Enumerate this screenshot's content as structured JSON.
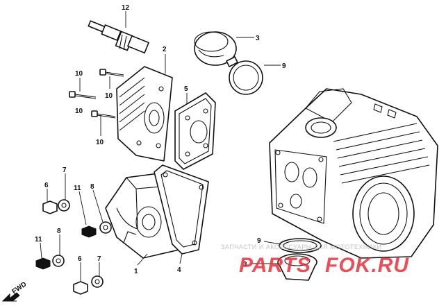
{
  "callouts": [
    {
      "id": "c12",
      "text": "12"
    },
    {
      "id": "c3a",
      "text": "3"
    },
    {
      "id": "c2",
      "text": "2"
    },
    {
      "id": "c9a",
      "text": "9"
    },
    {
      "id": "c10a",
      "text": "10"
    },
    {
      "id": "c10b",
      "text": "10"
    },
    {
      "id": "c10c",
      "text": "10"
    },
    {
      "id": "c10d",
      "text": "10"
    },
    {
      "id": "c5",
      "text": "5"
    },
    {
      "id": "c6a",
      "text": "6"
    },
    {
      "id": "c7a",
      "text": "7"
    },
    {
      "id": "c11a",
      "text": "11"
    },
    {
      "id": "c8a",
      "text": "8"
    },
    {
      "id": "c11b",
      "text": "11"
    },
    {
      "id": "c8b",
      "text": "8"
    },
    {
      "id": "c6b",
      "text": "6"
    },
    {
      "id": "c7b",
      "text": "7"
    },
    {
      "id": "c1",
      "text": "1"
    },
    {
      "id": "c4",
      "text": "4"
    },
    {
      "id": "c9b",
      "text": "9"
    },
    {
      "id": "c3b",
      "text": "3"
    }
  ],
  "fwd_label": "FWD",
  "watermark": {
    "tagline": "ЗАПЧАСТИ И АКСЕССУАРЫ ДЛЯ МОТОТЕХНИКИ",
    "logo_left": "PARTS",
    "logo_right": "FOK.RU",
    "logo_color": "#e8303a",
    "logo_secondary_color": "#9e9e9e"
  }
}
